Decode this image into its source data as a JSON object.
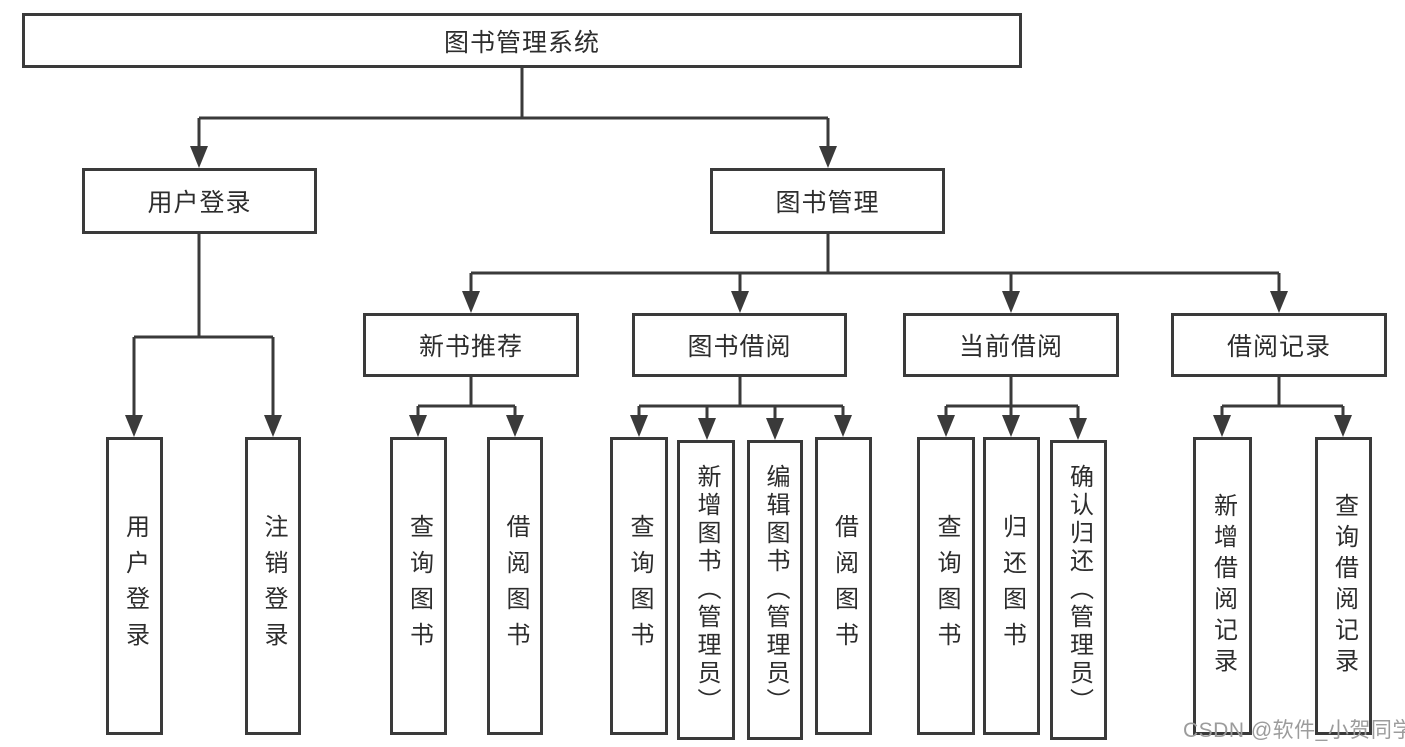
{
  "diagram": {
    "title": "图书管理系统",
    "level2": {
      "user_login": "用户登录",
      "book_mgmt": "图书管理"
    },
    "level3": {
      "new_books": "新书推荐",
      "book_borrow": "图书借阅",
      "current_borrow": "当前借阅",
      "borrow_records": "借阅记录"
    },
    "leaves": {
      "user_login": "用户登录",
      "logout": "注销登录",
      "nb_query": "查询图书",
      "nb_borrow": "借阅图书",
      "bb_query": "查询图书",
      "bb_add": "新增图书（管理员）",
      "bb_edit": "编辑图书（管理员）",
      "bb_borrow": "借阅图书",
      "cb_query": "查询图书",
      "cb_return": "归还图书",
      "cb_confirm": "确认归还（管理员）",
      "br_add": "新增借阅记录",
      "br_query": "查询借阅记录"
    },
    "watermark": "CSDN @软件_小贺同学",
    "colors": {
      "line": "#3a3a3a",
      "text": "#2d2d2d",
      "watermark": "#9c9c9c"
    }
  }
}
